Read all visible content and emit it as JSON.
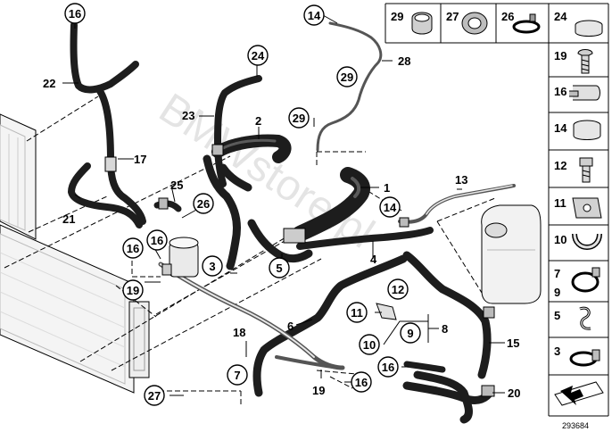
{
  "diagram": {
    "callouts": {
      "c1": "1",
      "c2": "2",
      "c3": "3",
      "c4": "4",
      "c5": "5",
      "c6": "6",
      "c7": "7",
      "c8": "8",
      "c9": "9",
      "c10": "10",
      "c11": "11",
      "c12": "12",
      "c13": "13",
      "c14a": "14",
      "c14b": "14",
      "c15": "15",
      "c16a": "16",
      "c16b": "16",
      "c16c": "16",
      "c16d": "16",
      "c16e": "16",
      "c17": "17",
      "c18": "18",
      "c19a": "19",
      "c19b": "19",
      "c20": "20",
      "c21": "21",
      "c22": "22",
      "c23": "23",
      "c24": "24",
      "c25": "25",
      "c26": "26",
      "c27": "27",
      "c28": "28",
      "c29a": "29",
      "c29b": "29"
    },
    "legend": {
      "top_row": [
        "29",
        "27",
        "26",
        "24"
      ],
      "column": [
        "19",
        "16",
        "14",
        "12",
        "11",
        "10",
        "7",
        "9",
        "5",
        "3"
      ]
    },
    "reference_number": "293684",
    "watermark": "BMWstore.pl"
  },
  "colors": {
    "hose": "#1d1d1d",
    "pipe": "#8a8a8a",
    "legend_border": "#000000",
    "background": "#ffffff"
  },
  "icons": [
    "hose-clamp-icon",
    "connector-icon",
    "spring-clip-icon",
    "bracket-icon",
    "bolt-icon",
    "nut-icon",
    "arrow-icon"
  ]
}
